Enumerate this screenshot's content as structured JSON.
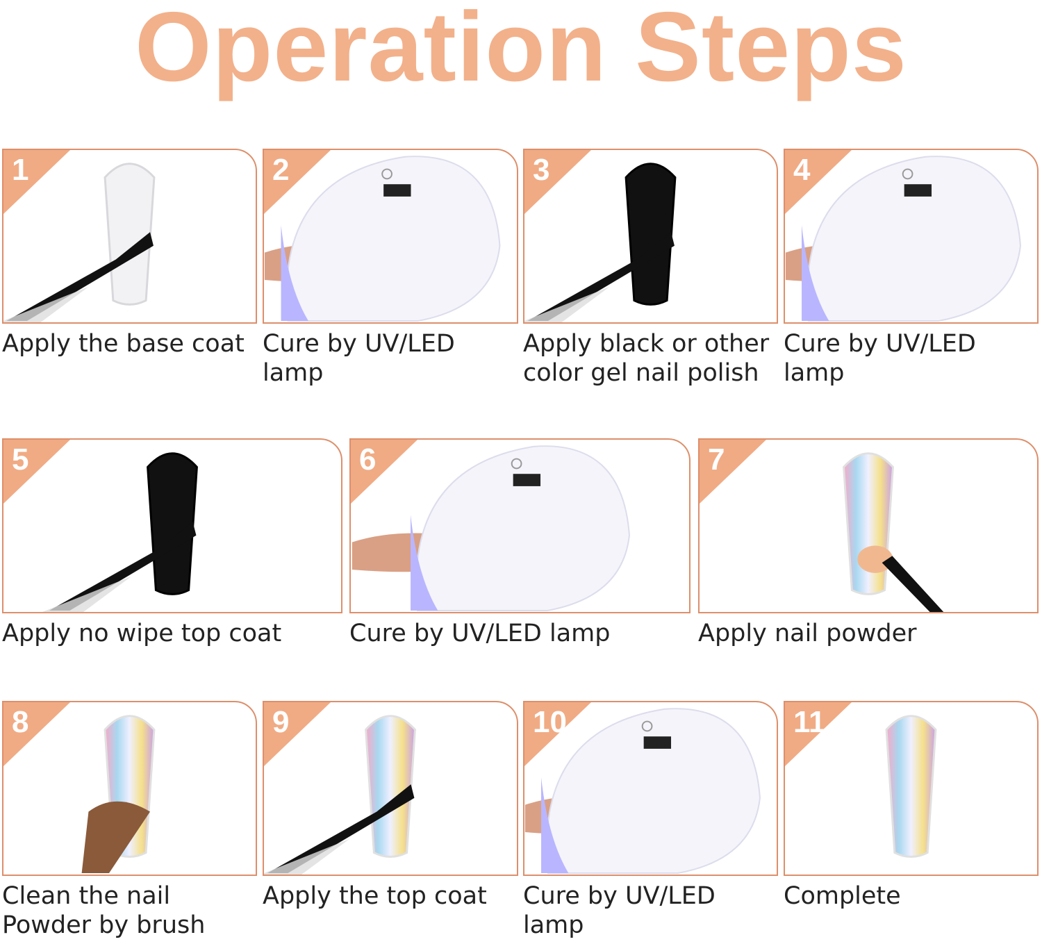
{
  "title": "Operation Steps",
  "colors": {
    "title": "#f2b18b",
    "border": "#dd8f6b",
    "badge": "#f0ab84"
  },
  "steps": [
    {
      "number": "1",
      "caption": "Apply the base coat",
      "image": "clear-nail-brush"
    },
    {
      "number": "2",
      "caption": "Cure by UV/LED\nlamp",
      "image": "uv-lamp"
    },
    {
      "number": "3",
      "caption": "Apply black or other\ncolor gel nail polish",
      "image": "black-nail-brush"
    },
    {
      "number": "4",
      "caption": "Cure by UV/LED\nlamp",
      "image": "uv-lamp"
    },
    {
      "number": "5",
      "caption": "Apply no wipe top coat",
      "image": "black-nail-brush"
    },
    {
      "number": "6",
      "caption": "Cure by UV/LED lamp",
      "image": "uv-lamp"
    },
    {
      "number": "7",
      "caption": "Apply nail powder",
      "image": "holo-nail-sponge"
    },
    {
      "number": "8",
      "caption": "Clean the nail\nPowder by brush",
      "image": "holo-nail-fan-brush"
    },
    {
      "number": "9",
      "caption": "Apply the top coat",
      "image": "holo-nail-brush"
    },
    {
      "number": "10",
      "caption": "Cure by UV/LED\nlamp",
      "image": "uv-lamp"
    },
    {
      "number": "11",
      "caption": "Complete",
      "image": "holo-nail"
    }
  ]
}
